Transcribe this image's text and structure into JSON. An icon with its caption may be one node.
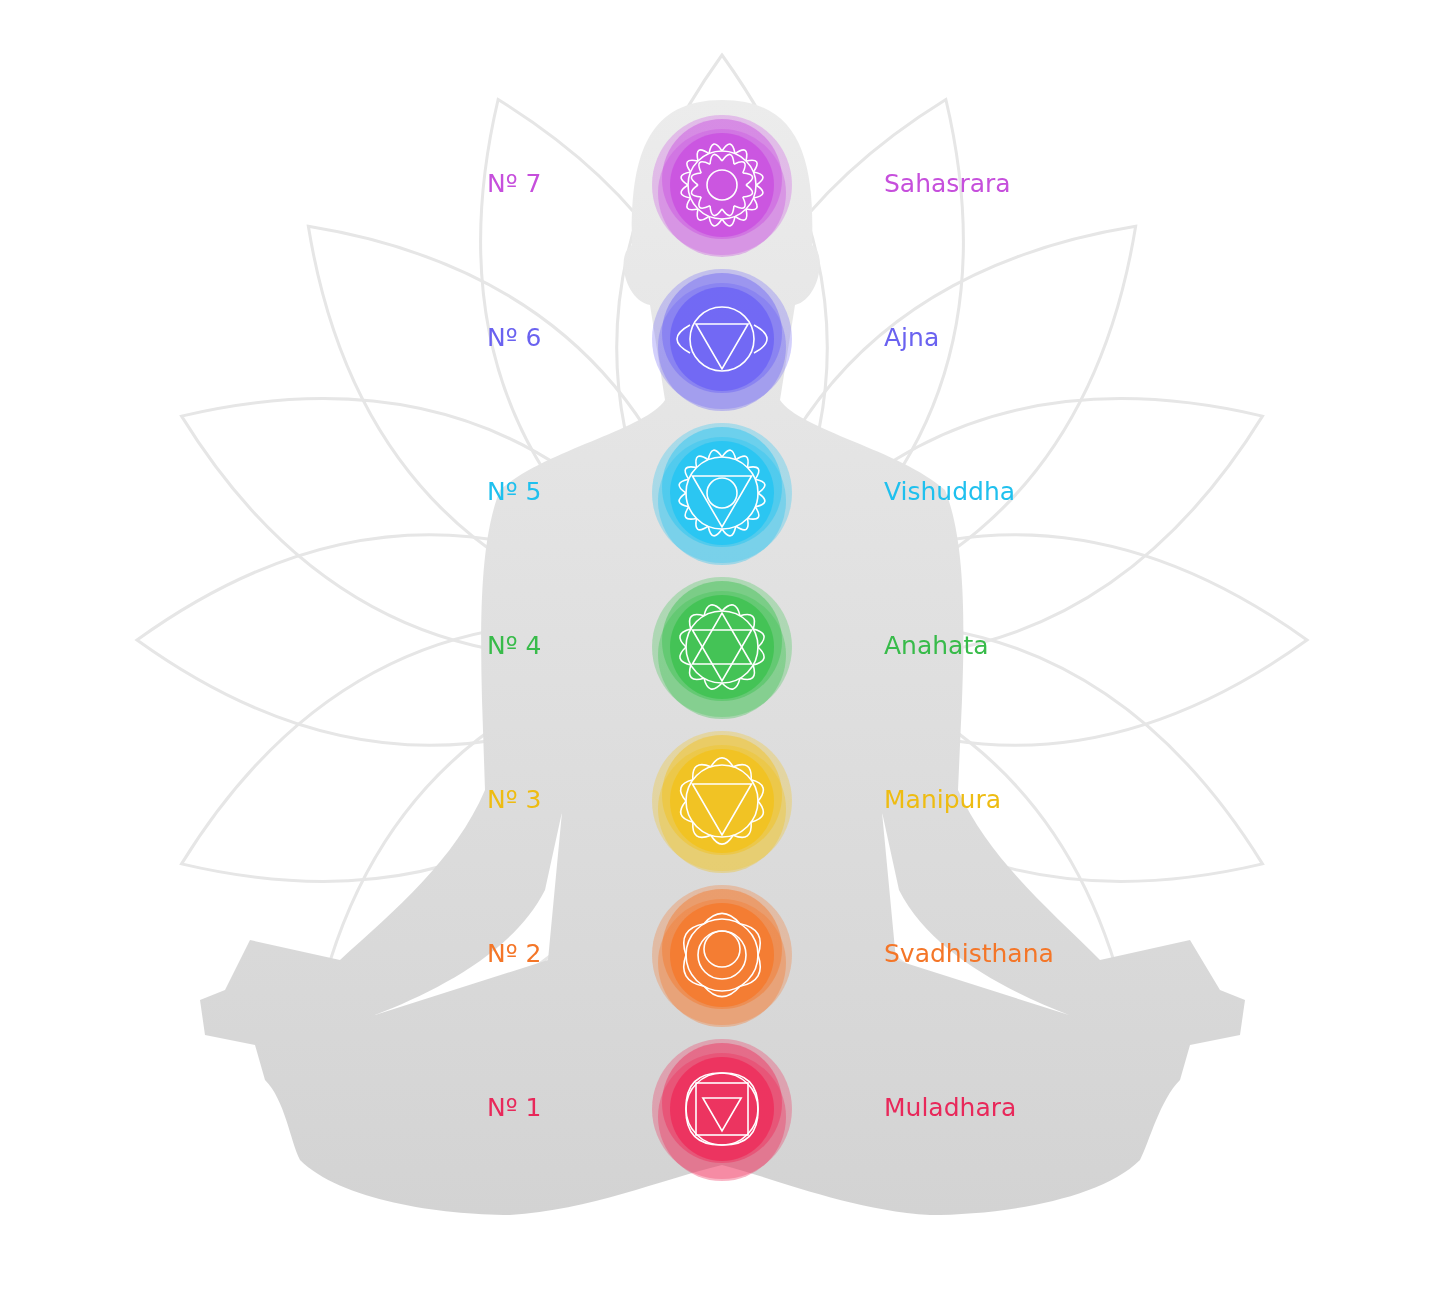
{
  "diagram": {
    "labels": [
      "Nº 7",
      "Sahasrara",
      "Nº 6",
      "Ajna",
      "Nº 5",
      "Vishuddha",
      "Nº 4",
      "Anahata",
      "Nº 3",
      "Manipura",
      "Nº 2",
      "Svadhisthana",
      "Nº 1",
      "Muladhara"
    ]
  }
}
